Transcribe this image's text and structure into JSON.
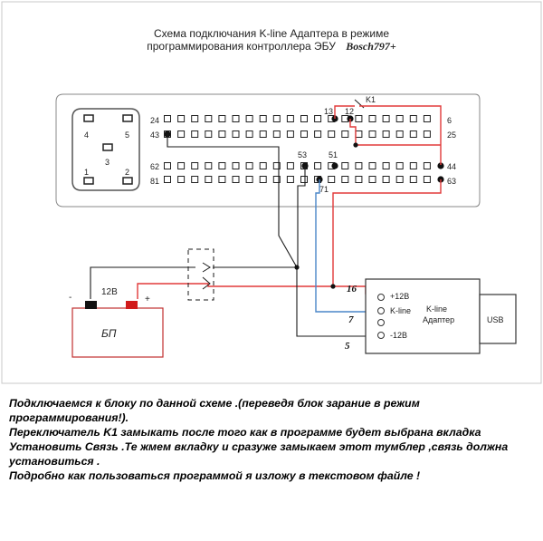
{
  "diagram": {
    "title_line1": "Схема подключания K-line Адаптера в режиме",
    "title_line2": "программирования контроллера ЭБУ",
    "title_tag": "Bosch797+",
    "switch_label": "K1",
    "connector_numbers": {
      "left": [
        "24",
        "43",
        "62",
        "81"
      ],
      "right": [
        "6",
        "25",
        "44",
        "63"
      ],
      "pins": [
        "13",
        "12",
        "53",
        "51",
        "71"
      ]
    },
    "relay_numbers": [
      "4",
      "5",
      "3",
      "1",
      "2"
    ],
    "power_supply": {
      "label": "БП",
      "voltage_label": "12В",
      "minus": "-",
      "plus": "+"
    },
    "wire_numbers": [
      "16",
      "7",
      "5"
    ],
    "adapter": {
      "pins": [
        "+12В",
        "K-line",
        "-12В"
      ],
      "name_line1": "K-line",
      "name_line2": "Адаптер",
      "usb_label": "USB"
    }
  },
  "instructions": [
    "Подключаемся к блоку по данной схеме .(переведя блок зарание в режим программирования!).",
    "Переключатель K1 замыкать после того как в программе будет выбрана вкладка Установить Связь .Те жмем вкладку и сразуже замыкаем этот тумблер ,связь должна установиться .",
    "Подробно как пользоваться программой я изложу в текстовом файле !"
  ],
  "colors": {
    "wire_red": "#e23a3a",
    "wire_blue": "#4a86c8",
    "wire_black": "#1a1a1a",
    "minus_terminal": "#111111",
    "plus_terminal": "#d11a1a",
    "psu_border": "#c03030"
  }
}
